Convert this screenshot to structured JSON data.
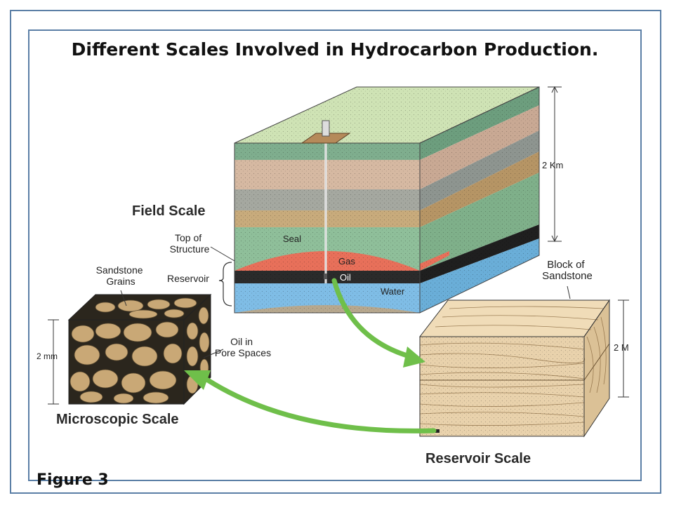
{
  "title": "Different Scales Involved in Hydrocarbon Production.",
  "figure_label": "Figure 3",
  "field_block": {
    "heading": "Field Scale",
    "layers": {
      "seal": "Seal",
      "gas": "Gas",
      "oil": "Oil",
      "water": "Water"
    },
    "callouts": {
      "top_of_structure": "Top of Structure",
      "reservoir": "Reservoir"
    },
    "height_label": "2 Km"
  },
  "micro_block": {
    "heading": "Microscopic Scale",
    "callouts": {
      "grains": "Sandstone Grains",
      "oil_in_pores": "Oil in Pore Spaces"
    },
    "height_label": "2 mm"
  },
  "reservoir_block": {
    "heading": "Reservoir Scale",
    "callouts": {
      "block": "Block of Sandstone"
    },
    "height_label": "2 M"
  },
  "colors": {
    "frame": "#5b7fa6",
    "arrow": "#6fbf4a",
    "gas": "#e8705a",
    "oil": "#2b2b2b",
    "water": "#7fbde6",
    "seal": "#8fbf9a",
    "sandstone": "#e9d2ac"
  }
}
